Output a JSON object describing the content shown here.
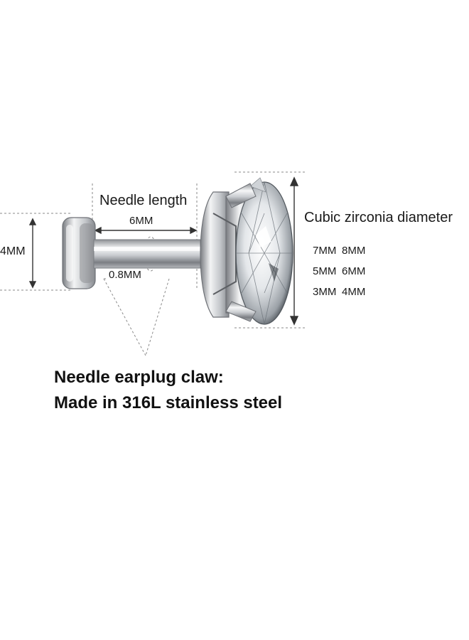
{
  "labels": {
    "needle_title": "Needle length",
    "needle_length": "6MM",
    "back_diameter": "4MM",
    "needle_gauge": "0.8MM",
    "cz_title": "Cubic zirconia diameter"
  },
  "sizes": [
    [
      "7MM",
      "8MM"
    ],
    [
      "5MM",
      "6MM"
    ],
    [
      "3MM",
      "4MM"
    ]
  ],
  "caption": {
    "line1": "Needle earplug claw:",
    "line2": "Made in 316L stainless steel"
  },
  "colors": {
    "steel_dark": "#6d7074",
    "steel_light": "#f4f5f6",
    "guide_line": "#8a8a8a"
  }
}
